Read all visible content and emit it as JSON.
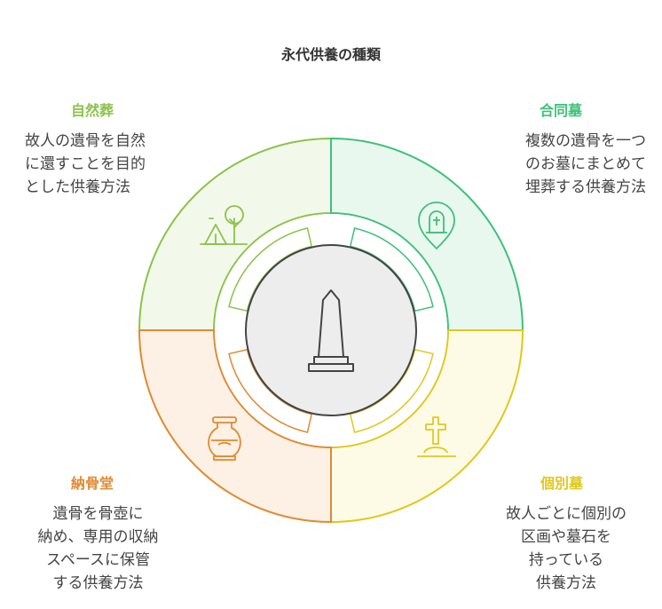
{
  "title": "永代供養の種類",
  "center_icon": "monument-icon",
  "categories": [
    {
      "key": "nature",
      "title": "自然葬",
      "description": "故人の遺骨を自然\nに還すことを目的\nとした供養方法",
      "color": "#8bc34a",
      "fill": "#f3f9ea",
      "icon": "tree-tent-icon"
    },
    {
      "key": "joint",
      "title": "合同墓",
      "description": "複数の遺骨を一つ\nのお墓にまとめて\n埋葬する供養方法",
      "color": "#3ec07a",
      "fill": "#e8f8ef",
      "icon": "grave-pin-icon"
    },
    {
      "key": "individual",
      "title": "個別墓",
      "description": "故人ごとに個別の\n区画や墓石を\n持っている\n供養方法",
      "color": "#e0c81c",
      "fill": "#fdfbe6",
      "icon": "cross-grave-icon"
    },
    {
      "key": "ossuary",
      "title": "納骨堂",
      "description": "遺骨を骨壺に\n納め、専用の収納\nスペースに保管\nする供養方法",
      "color": "#e08a30",
      "fill": "#fdf0e4",
      "icon": "urn-icon"
    }
  ]
}
